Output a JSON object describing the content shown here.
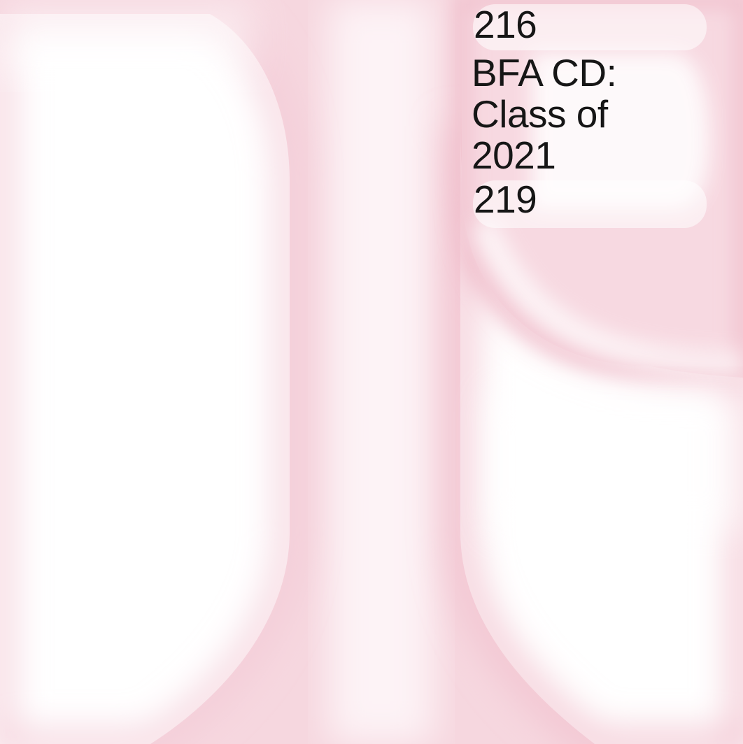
{
  "page_numbers": {
    "first": "216",
    "second": "219"
  },
  "title": "BFA CD: Class of 2021",
  "colors": {
    "background": "#ffffff",
    "shape_tint": "#f2c4d0",
    "text": "#161616"
  }
}
